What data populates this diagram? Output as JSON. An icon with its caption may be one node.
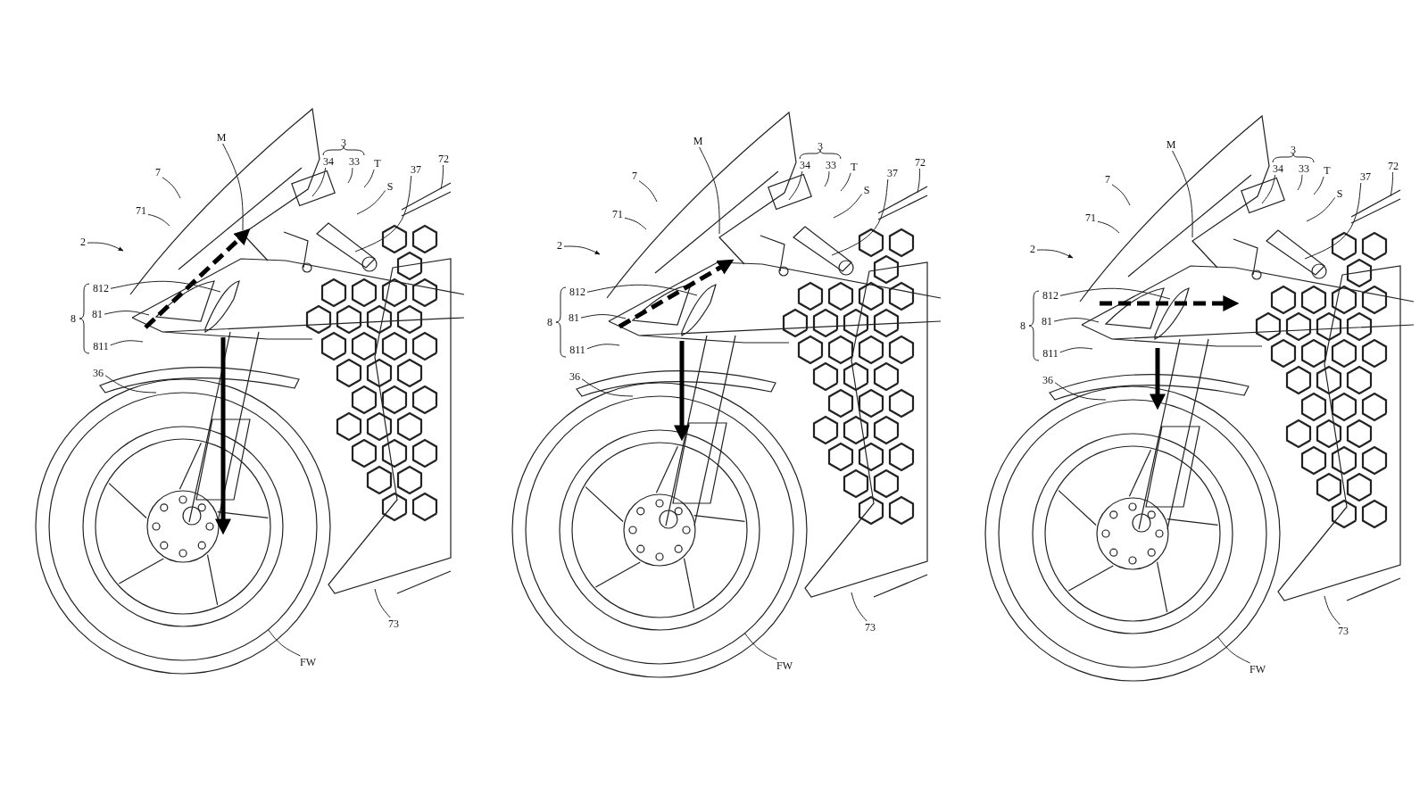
{
  "diagram": {
    "nodes": [
      {
        "text": [
          "M"
        ]
      },
      {
        "text": [
          "34"
        ]
      },
      {
        "text": [
          "33"
        ]
      },
      {
        "text": [
          "T"
        ]
      },
      {
        "text": [
          "72"
        ]
      },
      {
        "text": [
          "37"
        ]
      },
      {
        "text": [
          "S"
        ]
      },
      {
        "text": [
          "7"
        ]
      },
      {
        "text": [
          "71"
        ]
      },
      {
        "text": [
          "2"
        ]
      },
      {
        "text": [
          "812"
        ]
      },
      {
        "text": [
          "81"
        ]
      },
      {
        "text": [
          "811"
        ]
      },
      {
        "text": [
          "36"
        ]
      },
      {
        "text": [
          "73"
        ]
      },
      {
        "text": [
          "FW"
        ]
      },
      {
        "text": [
          "M"
        ]
      },
      {
        "text": [
          "34"
        ]
      },
      {
        "text": [
          "33"
        ]
      },
      {
        "text": [
          "T"
        ]
      },
      {
        "text": [
          "72"
        ]
      },
      {
        "text": [
          "37"
        ]
      },
      {
        "text": [
          "S"
        ]
      },
      {
        "text": [
          "7"
        ]
      },
      {
        "text": [
          "71"
        ]
      },
      {
        "text": [
          "2"
        ]
      },
      {
        "text": [
          "812"
        ]
      },
      {
        "text": [
          "81"
        ]
      },
      {
        "text": [
          "811"
        ]
      },
      {
        "text": [
          "36"
        ]
      },
      {
        "text": [
          "73"
        ]
      },
      {
        "text": [
          "FW"
        ]
      },
      {
        "text": [
          "M"
        ]
      },
      {
        "text": [
          "34"
        ]
      },
      {
        "text": [
          "33"
        ]
      },
      {
        "text": [
          "T"
        ]
      },
      {
        "text": [
          "72"
        ]
      },
      {
        "text": [
          "37"
        ]
      },
      {
        "text": [
          "S"
        ]
      },
      {
        "text": [
          "7"
        ]
      },
      {
        "text": [
          "71"
        ]
      },
      {
        "text": [
          "2"
        ]
      },
      {
        "text": [
          "812"
        ]
      },
      {
        "text": [
          "81"
        ]
      },
      {
        "text": [
          "811"
        ]
      },
      {
        "text": [
          "36"
        ]
      },
      {
        "text": [
          "73"
        ]
      },
      {
        "text": [
          "FW"
        ]
      }
    ],
    "edges": [
      {
        "from": 0,
        "to": null,
        "arrow": "none"
      },
      {
        "from": 1,
        "to": null,
        "arrow": "none"
      },
      {
        "from": 2,
        "to": null,
        "arrow": "none"
      },
      {
        "from": 3,
        "to": null,
        "arrow": "none"
      },
      {
        "from": 4,
        "to": null,
        "arrow": "none"
      },
      {
        "from": 5,
        "to": null,
        "arrow": "none"
      },
      {
        "from": 6,
        "to": null,
        "arrow": "none"
      },
      {
        "from": 7,
        "to": null,
        "arrow": "none"
      },
      {
        "from": 8,
        "to": null,
        "arrow": "none"
      },
      {
        "from": 9,
        "to": null,
        "arrow": "to"
      },
      {
        "from": 10,
        "to": null,
        "arrow": "none"
      },
      {
        "from": 11,
        "to": null,
        "arrow": "none"
      },
      {
        "from": 12,
        "to": null,
        "arrow": "none"
      },
      {
        "from": 13,
        "to": null,
        "arrow": "none"
      },
      {
        "from": 14,
        "to": null,
        "arrow": "none"
      },
      {
        "from": 15,
        "to": null,
        "arrow": "none"
      },
      {
        "from": 16,
        "to": null,
        "arrow": "none"
      },
      {
        "from": 17,
        "to": null,
        "arrow": "none"
      },
      {
        "from": 18,
        "to": null,
        "arrow": "none"
      },
      {
        "from": 19,
        "to": null,
        "arrow": "none"
      },
      {
        "from": 20,
        "to": null,
        "arrow": "none"
      },
      {
        "from": 21,
        "to": null,
        "arrow": "none"
      },
      {
        "from": 22,
        "to": null,
        "arrow": "none"
      },
      {
        "from": 23,
        "to": null,
        "arrow": "none"
      },
      {
        "from": 24,
        "to": null,
        "arrow": "none"
      },
      {
        "from": 25,
        "to": null,
        "arrow": "to"
      },
      {
        "from": 26,
        "to": null,
        "arrow": "none"
      },
      {
        "from": 27,
        "to": null,
        "arrow": "none"
      },
      {
        "from": 28,
        "to": null,
        "arrow": "none"
      },
      {
        "from": 29,
        "to": null,
        "arrow": "none"
      },
      {
        "from": 30,
        "to": null,
        "arrow": "none"
      },
      {
        "from": 31,
        "to": null,
        "arrow": "none"
      },
      {
        "from": 32,
        "to": null,
        "arrow": "none"
      },
      {
        "from": 33,
        "to": null,
        "arrow": "none"
      },
      {
        "from": 34,
        "to": null,
        "arrow": "none"
      },
      {
        "from": 35,
        "to": null,
        "arrow": "none"
      },
      {
        "from": 36,
        "to": null,
        "arrow": "none"
      },
      {
        "from": 37,
        "to": null,
        "arrow": "none"
      },
      {
        "from": 38,
        "to": null,
        "arrow": "none"
      },
      {
        "from": 39,
        "to": null,
        "arrow": "none"
      },
      {
        "from": 40,
        "to": null,
        "arrow": "none"
      },
      {
        "from": 41,
        "to": null,
        "arrow": "to"
      },
      {
        "from": 42,
        "to": null,
        "arrow": "none"
      },
      {
        "from": 43,
        "to": null,
        "arrow": "none"
      },
      {
        "from": 44,
        "to": null,
        "arrow": "none"
      },
      {
        "from": 45,
        "to": null,
        "arrow": "none"
      },
      {
        "from": 46,
        "to": null,
        "arrow": "none"
      },
      {
        "from": 47,
        "to": null,
        "arrow": "none"
      }
    ],
    "labels": [
      "3",
      "8",
      "3",
      "8",
      "3",
      "8"
    ]
  }
}
